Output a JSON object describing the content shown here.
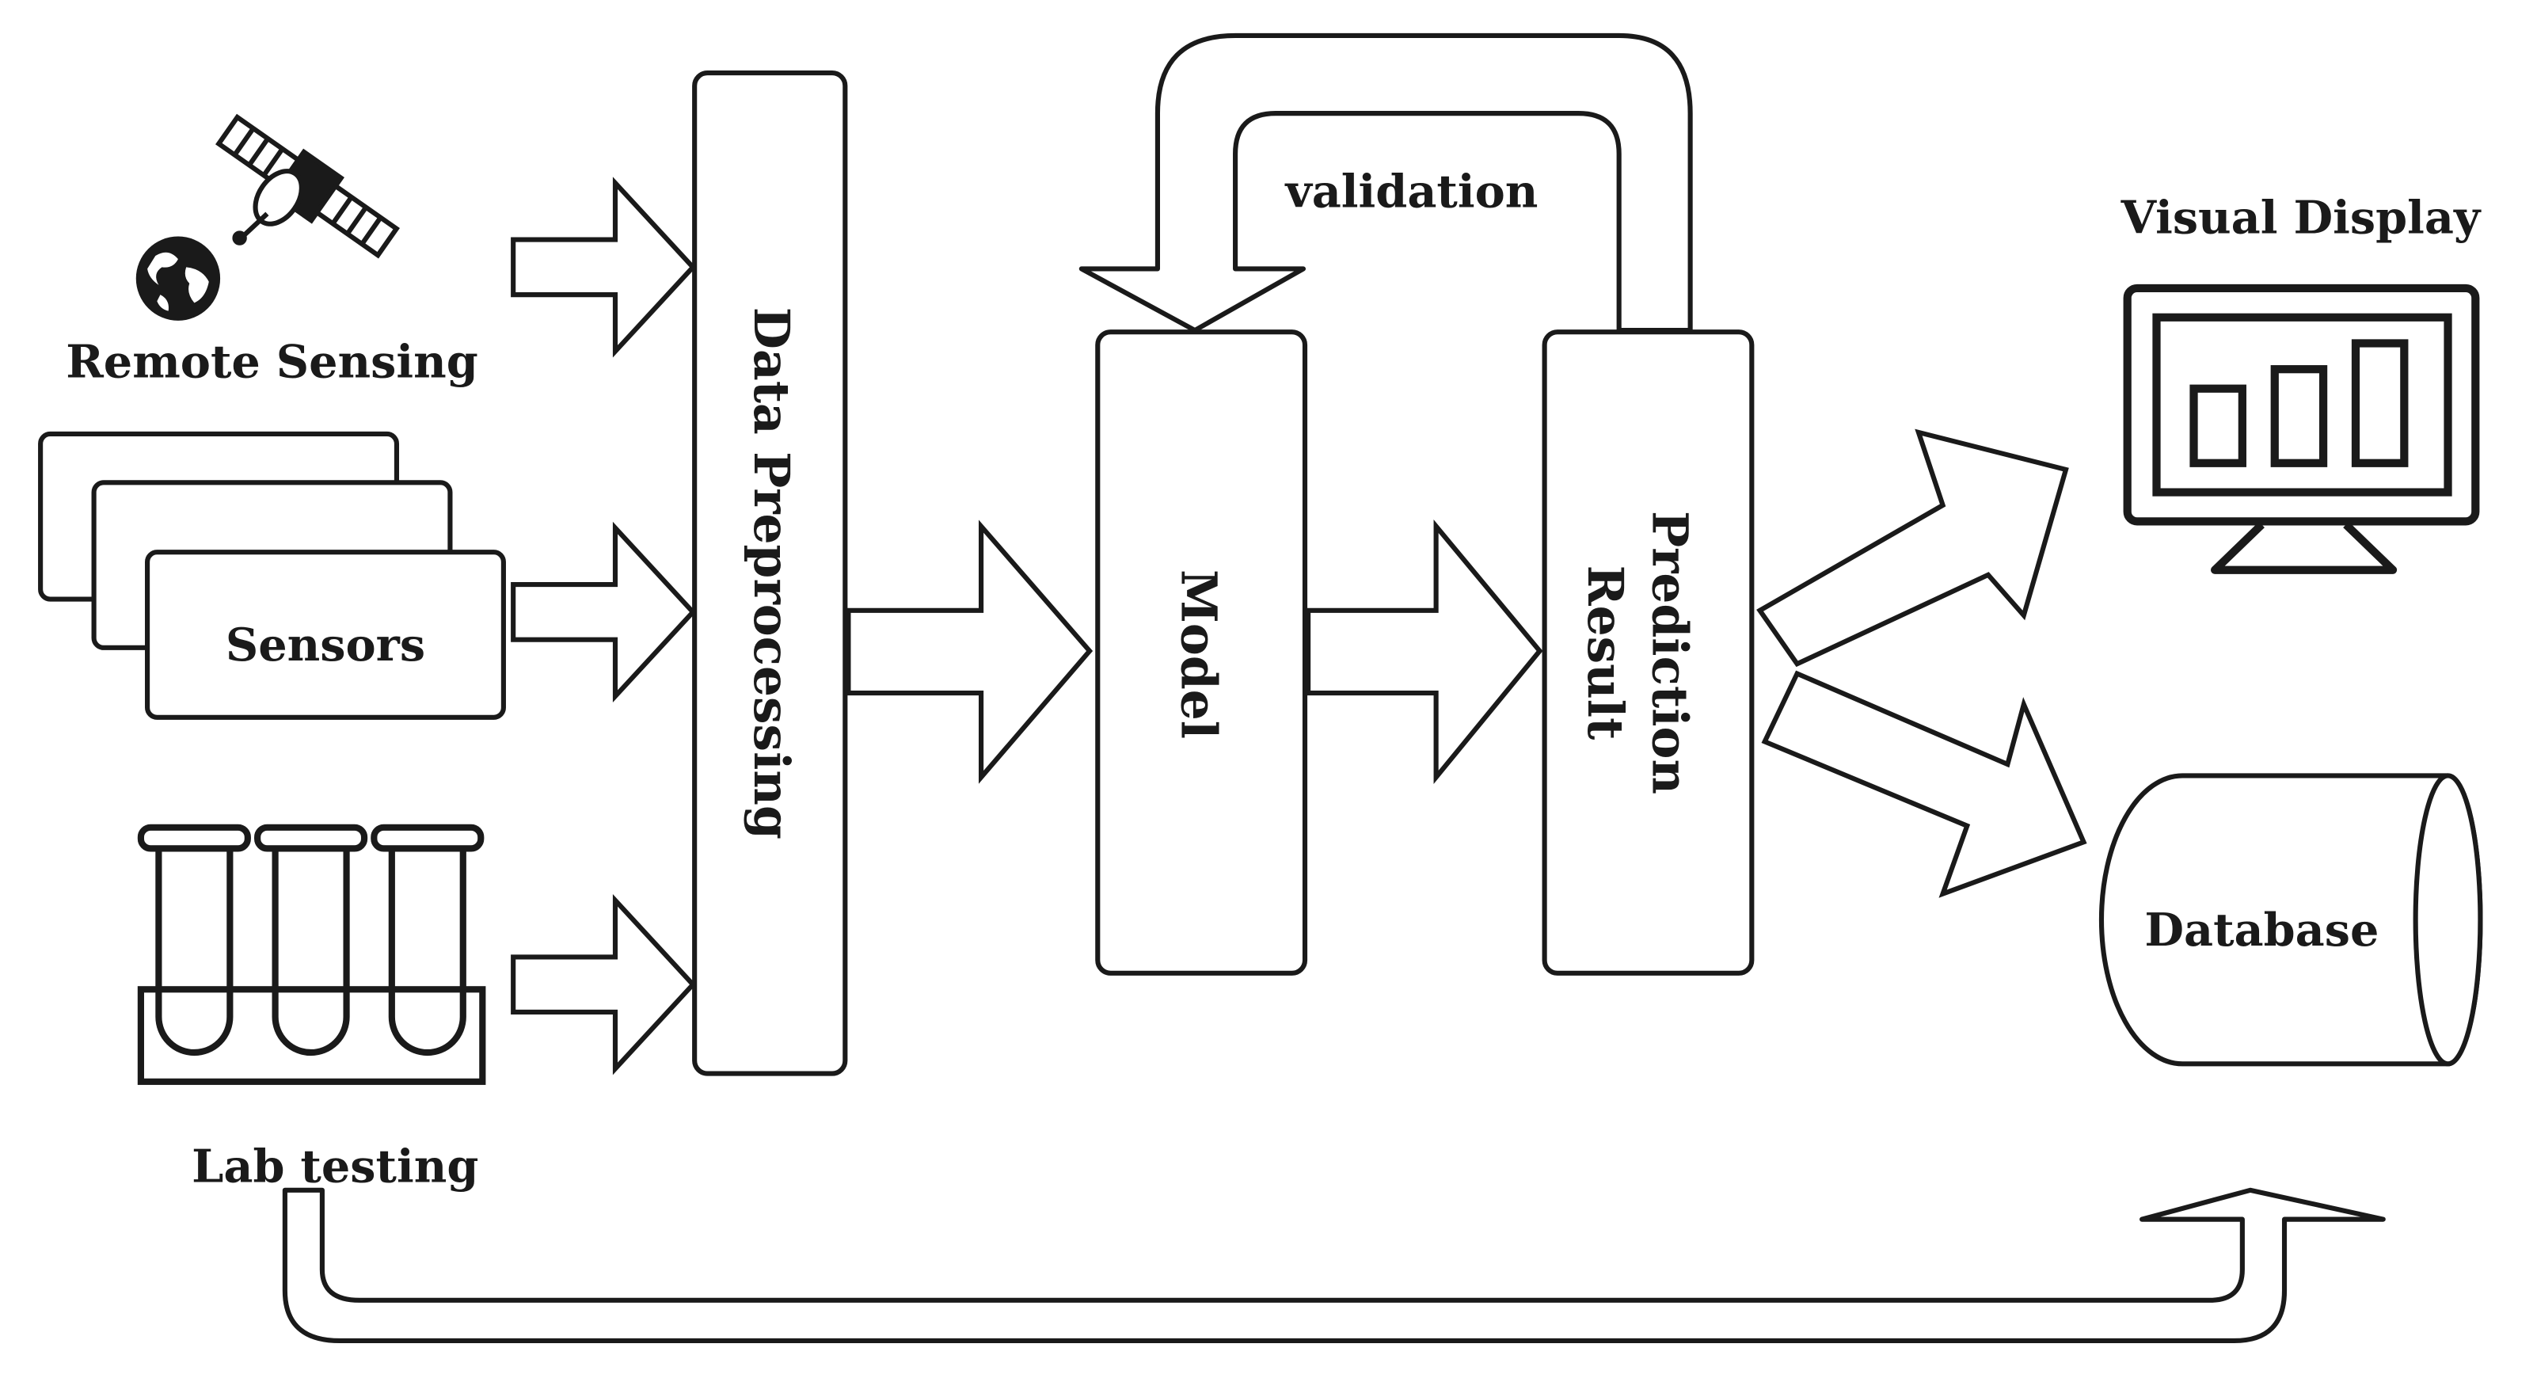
{
  "labels": {
    "remote_sensing": "Remote Sensing",
    "sensors": "Sensors",
    "lab_testing": "Lab testing",
    "data_preprocessing": "Data Preprocessing",
    "model": "Model",
    "prediction": "Prediction",
    "result": "Result",
    "validation": "validation",
    "visual_display": "Visual Display",
    "database": "Database"
  },
  "colors": {
    "stroke": "#1a1a1a",
    "background": "#ffffff"
  },
  "icons": [
    "satellite-icon",
    "globe-icon",
    "sensor-cards-icon",
    "test-tubes-icon",
    "monitor-icon",
    "database-cylinder-icon"
  ]
}
